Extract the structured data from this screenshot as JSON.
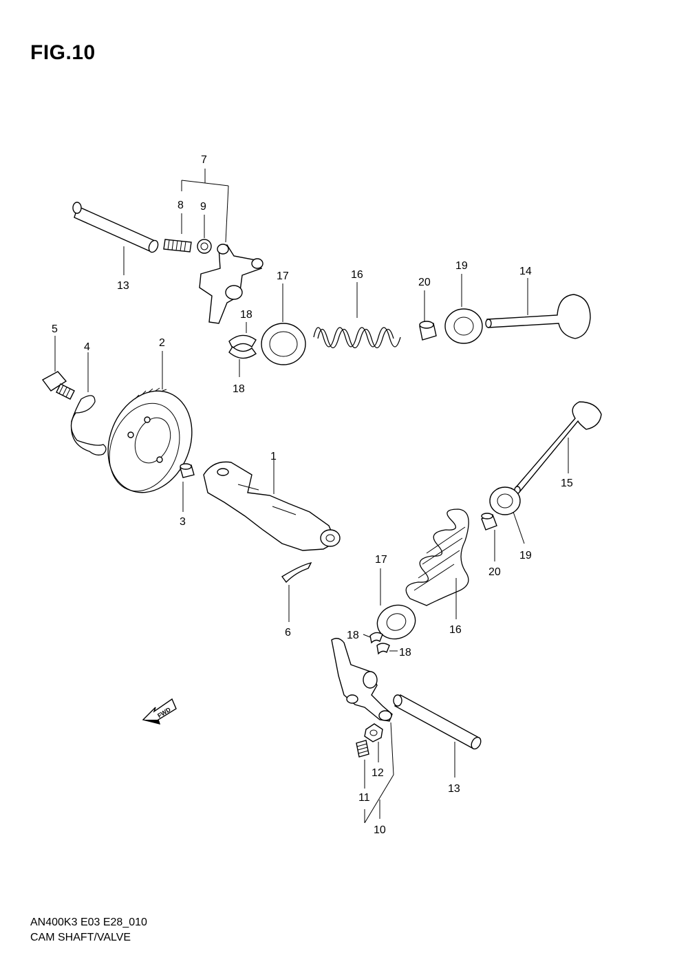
{
  "figure_title": "FIG.10",
  "footer": {
    "model_code": "AN400K3 E03 E28_010",
    "section_name": "CAM SHAFT/VALVE"
  },
  "fwd_arrow_label": "FWD",
  "callouts": [
    "7",
    "8",
    "9",
    "13",
    "17",
    "16",
    "20",
    "19",
    "14",
    "18",
    "18",
    "5",
    "4",
    "2",
    "1",
    "3",
    "15",
    "19",
    "20",
    "6",
    "17",
    "16",
    "18",
    "18",
    "13",
    "12",
    "11",
    "10"
  ]
}
